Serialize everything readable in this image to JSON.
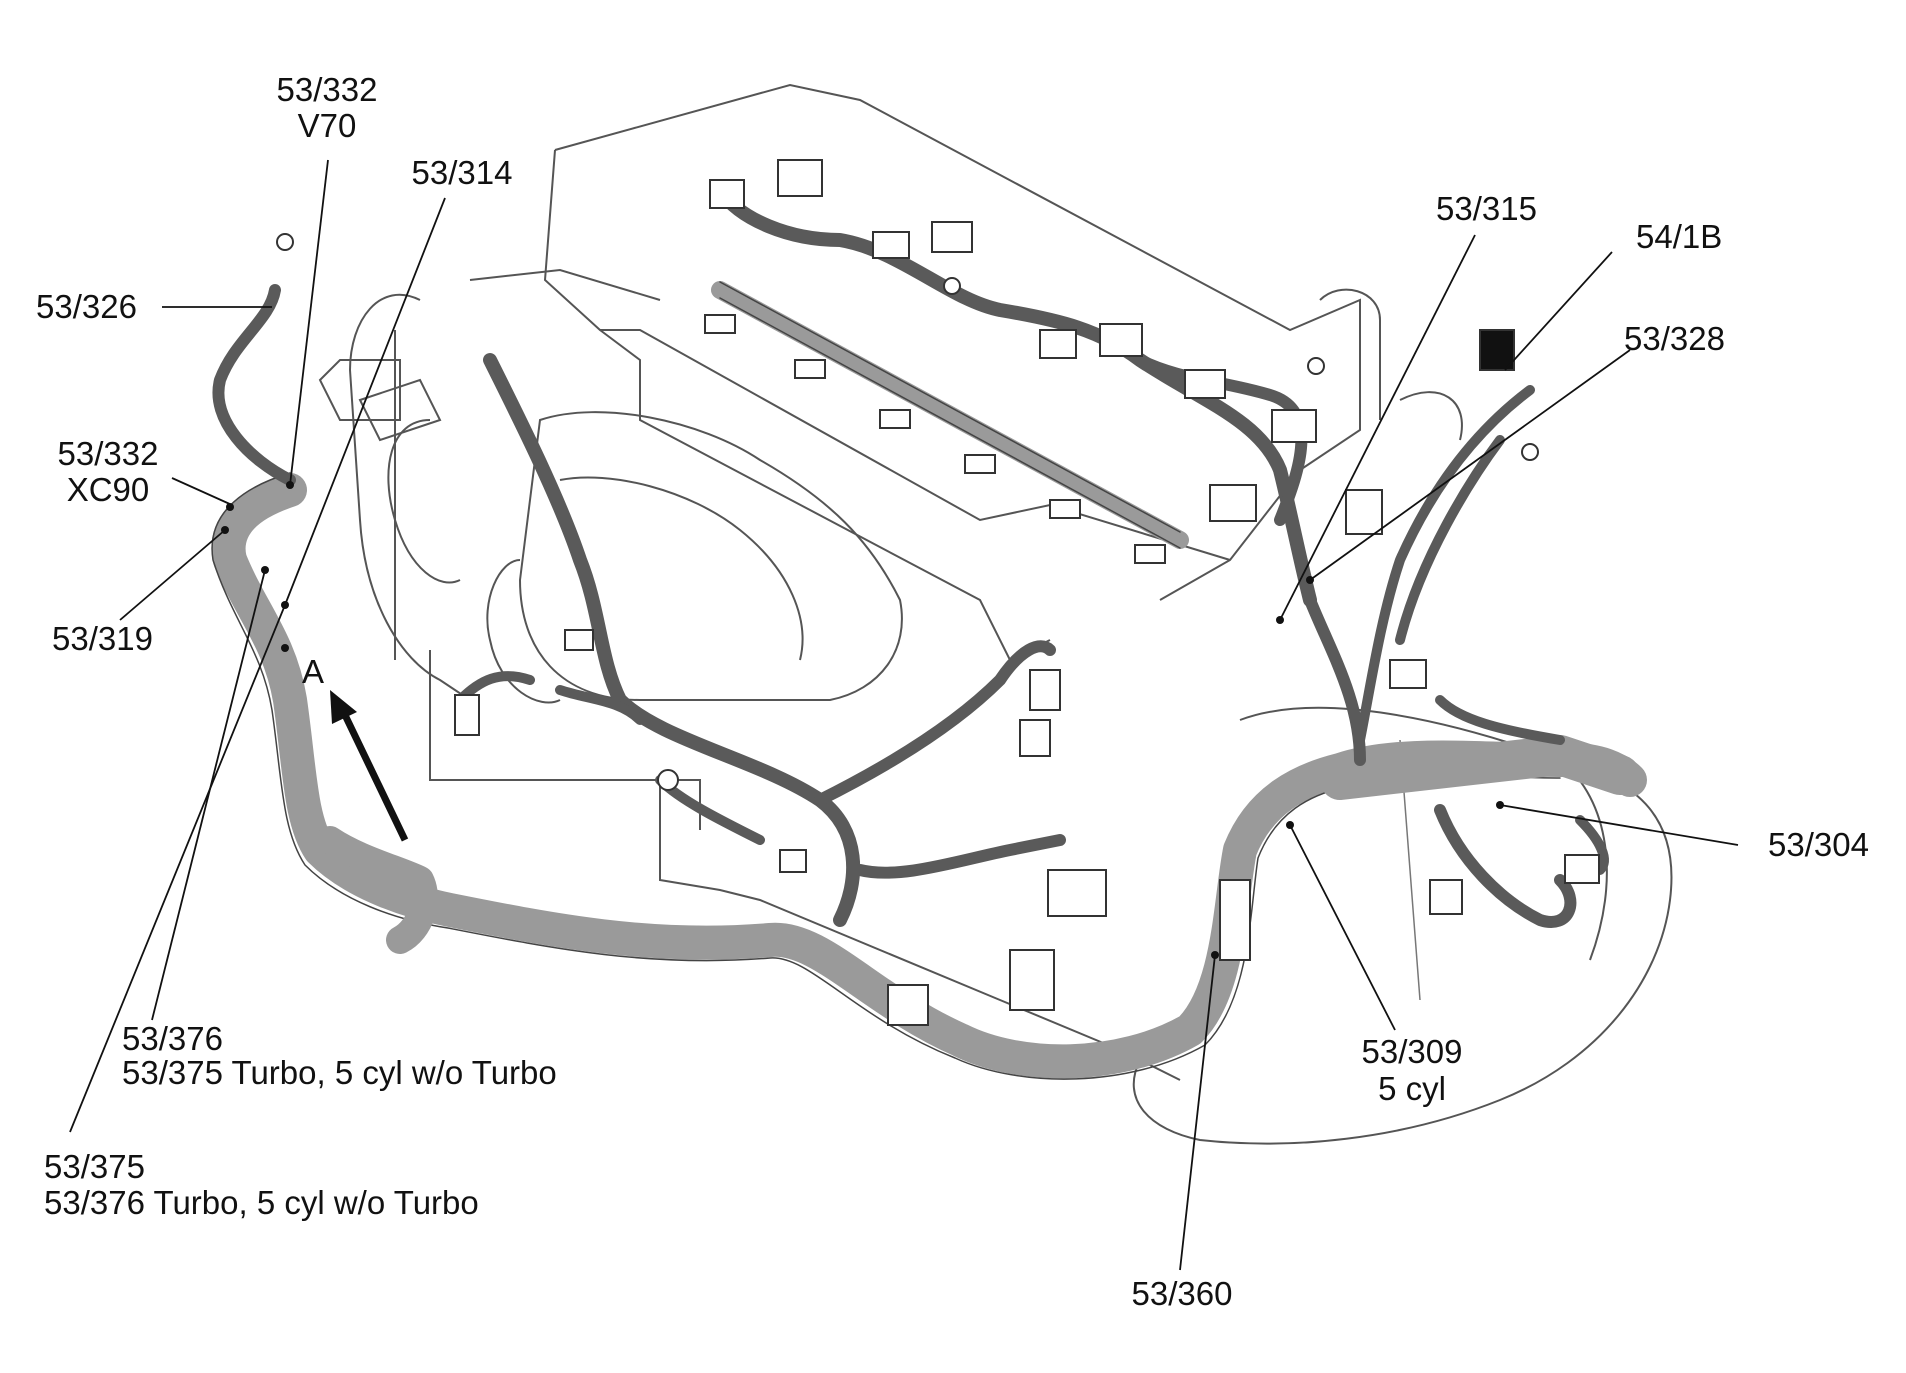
{
  "labels": {
    "l_53_332_v70_a": "53/332",
    "l_53_332_v70_b": "V70",
    "l_53_314": "53/314",
    "l_53_326": "53/326",
    "l_53_332_xc90_a": "53/332",
    "l_53_332_xc90_b": "XC90",
    "l_53_319": "53/319",
    "l_a": "A",
    "l_53_315": "53/315",
    "l_54_1b": "54/1B",
    "l_53_328": "53/328",
    "l_53_304": "53/304",
    "l_53_309_a": "53/309",
    "l_53_309_b": "5 cyl",
    "l_53_376_a": "53/376",
    "l_53_376_b": "53/375 Turbo, 5 cyl w/o Turbo",
    "l_53_375_a": "53/375",
    "l_53_375_b": "53/376 Turbo, 5 cyl w/o Turbo",
    "l_53_360": "53/360"
  }
}
